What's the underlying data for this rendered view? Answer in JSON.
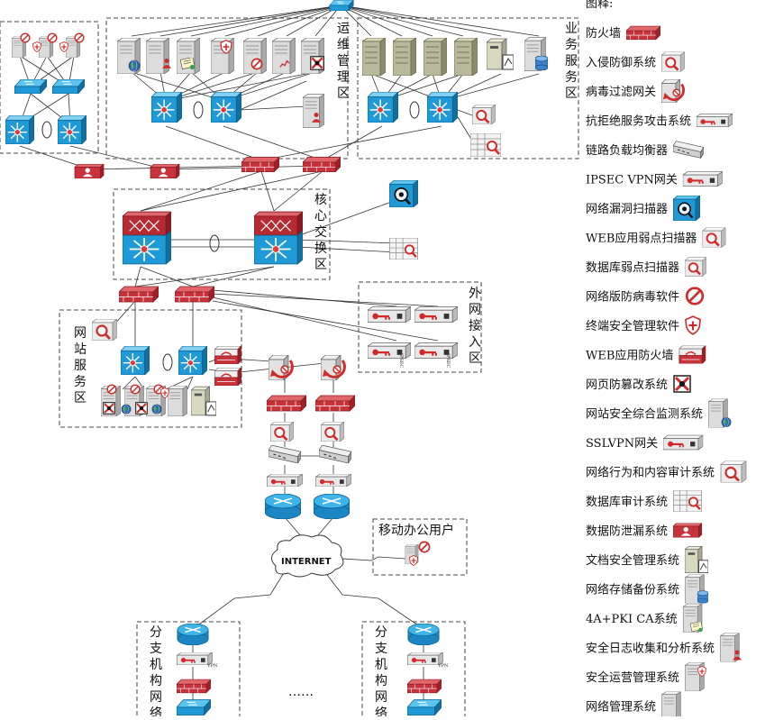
{
  "legend": {
    "title": "图释:",
    "items": [
      {
        "label": "防火墙",
        "icon": "firewall-icon"
      },
      {
        "label": "入侵防御系统",
        "icon": "ips-icon"
      },
      {
        "label": "病毒过滤网关",
        "icon": "virus-gateway-icon"
      },
      {
        "label": "抗拒绝服务攻击系统",
        "icon": "anti-ddos-icon"
      },
      {
        "label": "链路负载均衡器",
        "icon": "load-balancer-icon"
      },
      {
        "label": "IPSEC VPN网关",
        "icon": "ipsec-vpn-icon"
      },
      {
        "label": "网络漏洞扫描器",
        "icon": "vuln-scanner-icon"
      },
      {
        "label": "WEB应用弱点扫描器",
        "icon": "web-scanner-icon"
      },
      {
        "label": "数据库弱点扫描器",
        "icon": "db-scanner-icon"
      },
      {
        "label": "网络版防病毒软件",
        "icon": "antivirus-icon"
      },
      {
        "label": "终端安全管理软件",
        "icon": "endpoint-shield-icon"
      },
      {
        "label": "WEB应用防火墙",
        "icon": "waf-icon"
      },
      {
        "label": "网页防篡改系统",
        "icon": "anti-tamper-icon"
      },
      {
        "label": "网站安全综合监测系统",
        "icon": "site-monitor-icon"
      },
      {
        "label": "SSLVPN网关",
        "icon": "sslvpn-icon"
      },
      {
        "label": "网络行为和内容审计系统",
        "icon": "behavior-audit-icon"
      },
      {
        "label": "数据库审计系统",
        "icon": "db-audit-icon"
      },
      {
        "label": "数据防泄漏系统",
        "icon": "dlp-icon"
      },
      {
        "label": "文档安全管理系统",
        "icon": "doc-security-icon"
      },
      {
        "label": "网络存储备份系统",
        "icon": "storage-backup-icon"
      },
      {
        "label": "4A+PKI CA系统",
        "icon": "pki-ca-icon"
      },
      {
        "label": "安全日志收集和分析系统",
        "icon": "log-analysis-icon"
      },
      {
        "label": "安全运营管理系统",
        "icon": "sec-ops-icon"
      },
      {
        "label": "网络管理系统",
        "icon": "net-mgmt-icon"
      }
    ]
  },
  "zones": {
    "ops": "运维管理区",
    "business": "业务服务区",
    "core": "核心交换区",
    "external": "外网接入区",
    "website": "网站服务区",
    "branch": "分支机构网络",
    "mobile": "移动办公用户"
  },
  "internet": "INTERNET",
  "ellipsis": "……",
  "device_labels": {
    "vpn": "VPN",
    "ipsec": "IPSEC"
  },
  "colors": {
    "firewall": "#c8323a",
    "switch": "#1f9ad6",
    "router": "#29a6e0",
    "server": "#dcdcdc",
    "server_green": "#b8b89a",
    "line": "#333333"
  }
}
